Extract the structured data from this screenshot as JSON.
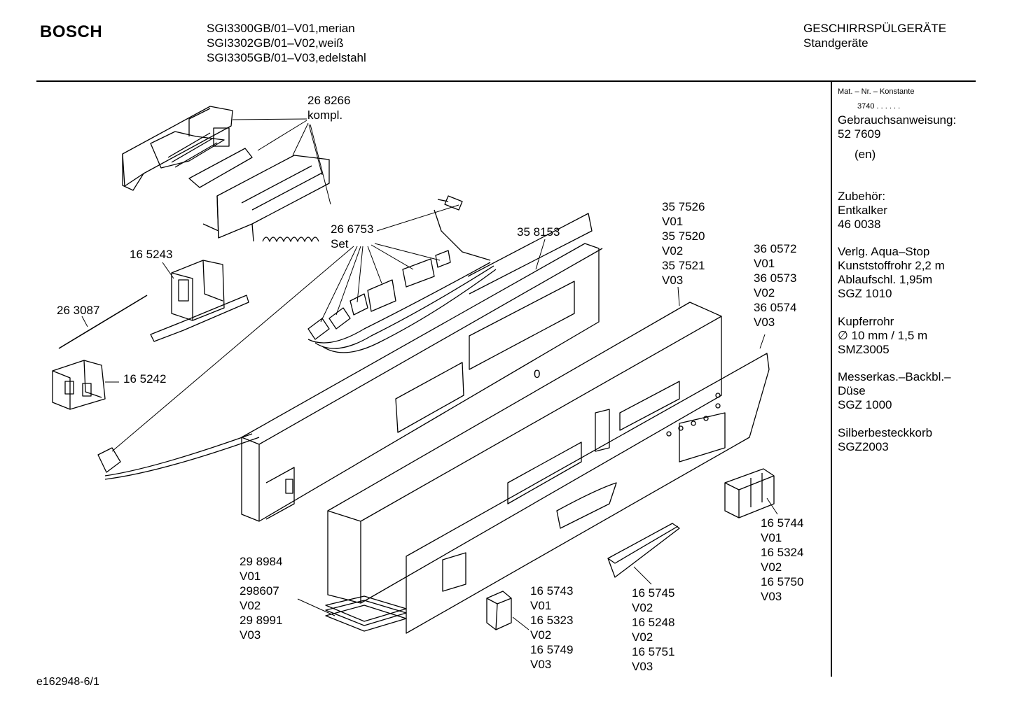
{
  "header": {
    "brand": "BOSCH",
    "models": [
      "SGI3300GB/01–V01,merian",
      "SGI3302GB/01–V02,weiß",
      "SGI3305GB/01–V03,edelstahl"
    ],
    "category": "GESCHIRRSPÜLGERÄTE",
    "subcategory": "Standgeräte"
  },
  "sidebar": {
    "mat_nr_label": "Mat. – Nr. – Konstante",
    "mat_nr_value": "3740  .  .     .  .  .  .",
    "manual_label": "Gebrauchsanweisung:",
    "manual_number": "52 7609",
    "manual_lang": "(en)",
    "accessories": [
      [
        "Zubehör:",
        "Entkalker",
        "46 0038"
      ],
      [
        "Verlg. Aqua–Stop",
        "Kunststoffrohr 2,2 m",
        "Ablaufschl. 1,95m",
        "SGZ 1010"
      ],
      [
        "Kupferrohr",
        "∅ 10 mm / 1,5 m",
        "SMZ3005"
      ],
      [
        "Messerkas.–Backbl.–",
        "Düse",
        "SGZ 1000"
      ],
      [
        "Silberbesteckkorb",
        "SGZ2003"
      ]
    ]
  },
  "parts": {
    "p268266": [
      "26 8266",
      "kompl."
    ],
    "p266753": [
      "26 6753",
      "Set"
    ],
    "p165243": [
      "16 5243"
    ],
    "p263087": [
      "26 3087"
    ],
    "p165242": [
      "16 5242"
    ],
    "p358153": [
      "35 8153"
    ],
    "p357526": [
      "35 7526",
      "V01",
      "35 7520",
      "V02",
      "35 7521",
      "V03"
    ],
    "p360572": [
      "36 0572",
      "V01",
      "36 0573",
      "V02",
      "36 0574",
      "V03"
    ],
    "zero": [
      "0"
    ],
    "p298984": [
      "29 8984",
      "V01",
      "298607",
      "V02",
      "29 8991",
      "V03"
    ],
    "p165743": [
      "16 5743",
      "V01",
      "16 5323",
      "V02",
      "16 5749",
      "V03"
    ],
    "p165745": [
      "16 5745",
      "V02",
      "16 5248",
      "V02",
      "16 5751",
      "V03"
    ],
    "p165744": [
      "16 5744",
      "V01",
      "16 5324",
      "V02",
      "16 5750",
      "V03"
    ]
  },
  "footer": {
    "code": "e162948-6/1"
  }
}
